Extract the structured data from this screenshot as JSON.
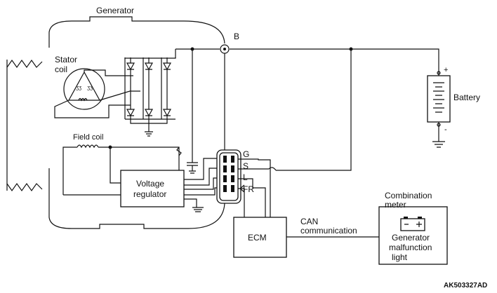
{
  "labels": {
    "generator": "Generator",
    "stator_coil_1": "Stator",
    "stator_coil_2": "coil",
    "field_coil": "Field coil",
    "node_b": "B",
    "battery": "Battery",
    "battery_plus": "+",
    "battery_minus": "-",
    "voltage_regulator_1": "Voltage",
    "voltage_regulator_2": "regulator",
    "terminal_g": "G",
    "terminal_s": "S",
    "terminal_l": "L",
    "terminal_fr": "FR",
    "ecm": "ECM",
    "can_1": "CAN",
    "can_2": "communication",
    "combination_meter_1": "Combination",
    "combination_meter_2": "meter",
    "gen_malfunction_1": "Generator",
    "gen_malfunction_2": "malfunction",
    "gen_malfunction_3": "light",
    "figure_code": "AK503327AD"
  }
}
